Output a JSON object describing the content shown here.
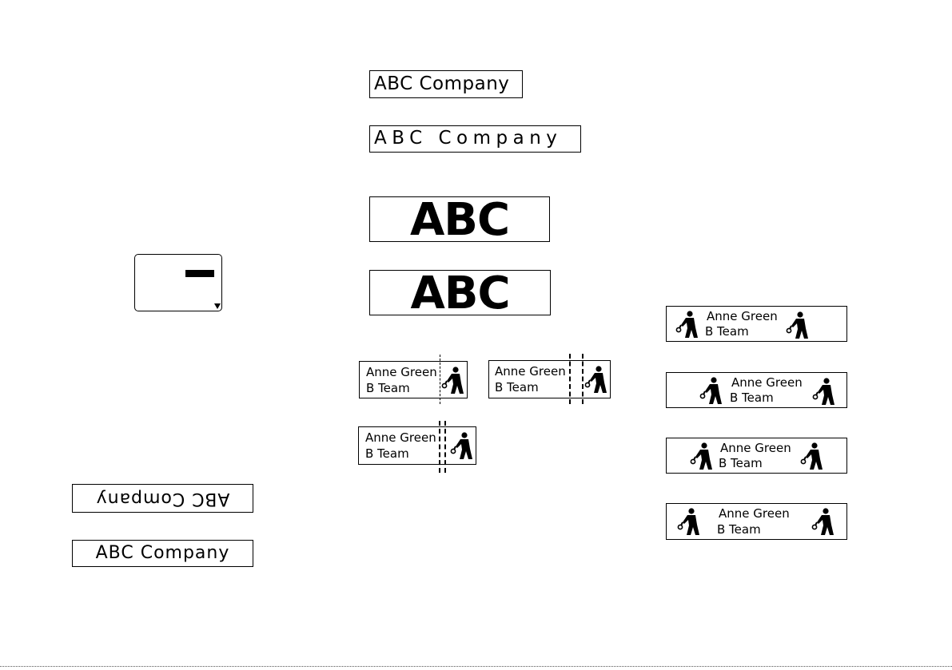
{
  "labels": {
    "company": "ABC Company",
    "abc": "ABC",
    "name_line1": "Anne Green",
    "name_line2": "B Team"
  },
  "icons": {
    "player": "tennis-player-icon",
    "lcd_arrow": "triangle-down-icon"
  }
}
